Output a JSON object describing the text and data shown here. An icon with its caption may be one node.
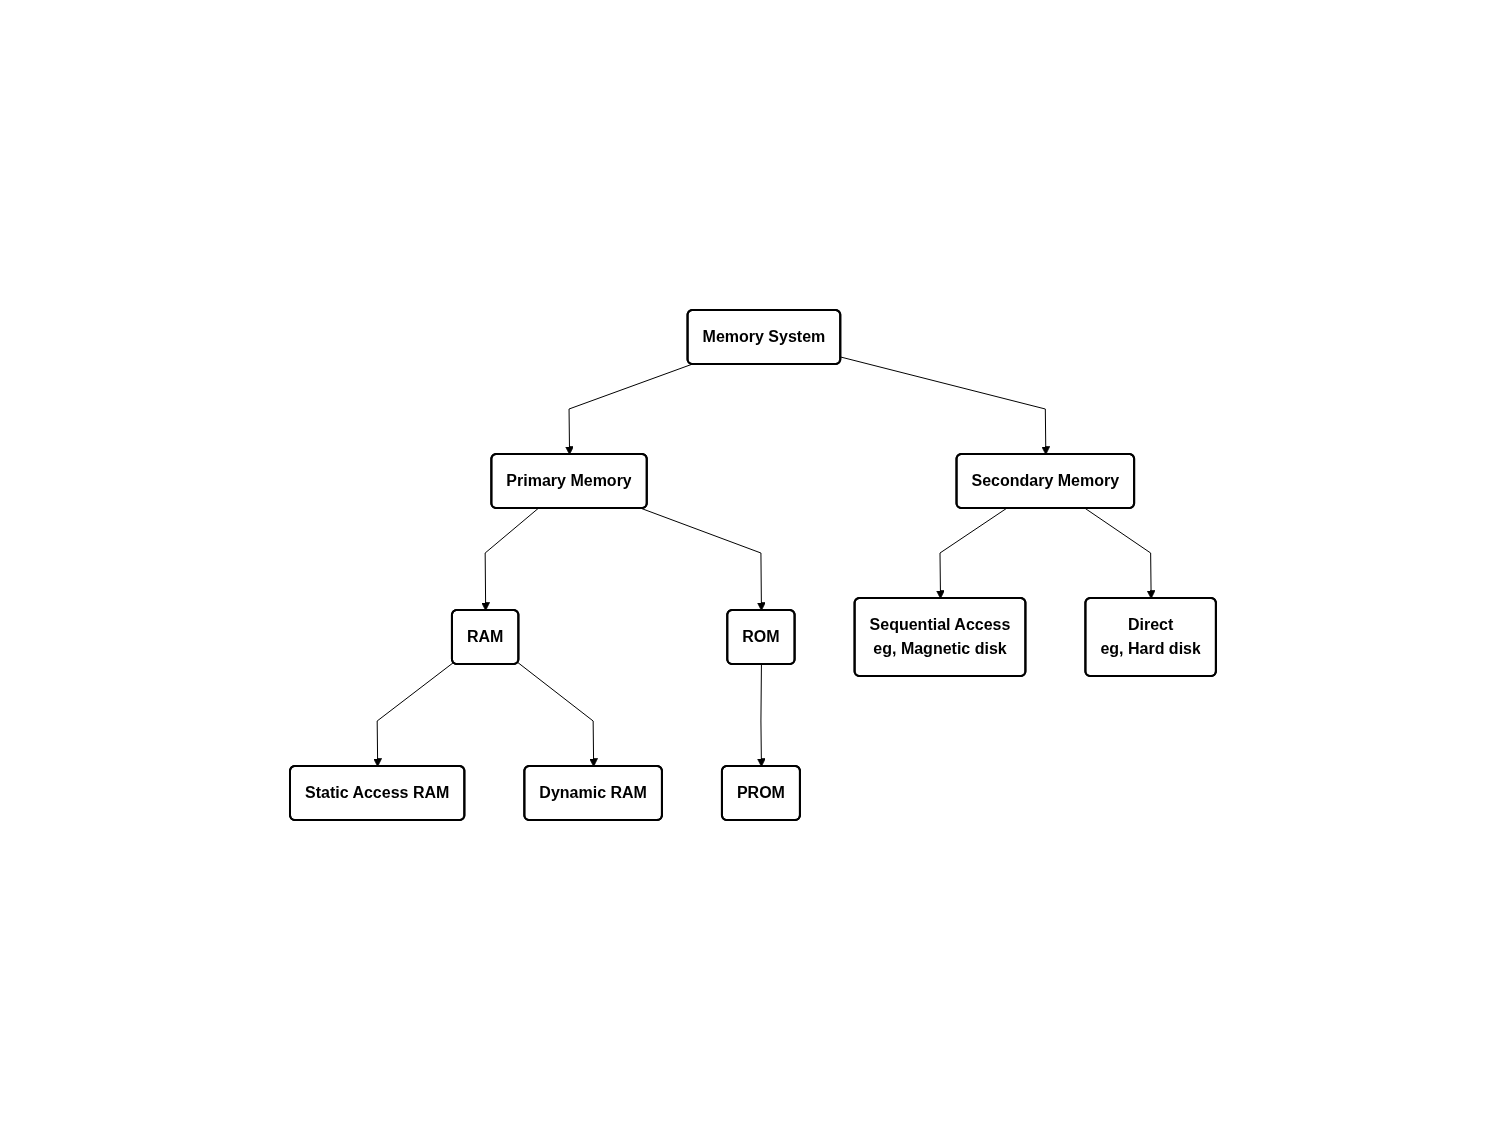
{
  "diagram": {
    "nodes": [
      {
        "text": [
          "Memory System"
        ]
      },
      {
        "text": [
          "Primary Memory"
        ]
      },
      {
        "text": [
          "Secondary Memory"
        ]
      },
      {
        "text": [
          "RAM"
        ]
      },
      {
        "text": [
          "ROM"
        ]
      },
      {
        "text": [
          "Static Access RAM"
        ]
      },
      {
        "text": [
          "Dynamic RAM"
        ]
      },
      {
        "text": [
          "Sequential Access",
          "eg, Magnetic disk"
        ]
      },
      {
        "text": [
          "Direct",
          "eg, Hard disk"
        ]
      },
      {
        "text": [
          "PROM"
        ]
      }
    ],
    "edges": [
      {
        "from": 0,
        "to": 1,
        "arrow": "to"
      },
      {
        "from": 0,
        "to": 2,
        "arrow": "to"
      },
      {
        "from": 1,
        "to": 3,
        "arrow": "to"
      },
      {
        "from": 1,
        "to": 4,
        "arrow": "to"
      },
      {
        "from": 3,
        "to": 5,
        "arrow": "to"
      },
      {
        "from": 3,
        "to": 6,
        "arrow": "to"
      },
      {
        "from": 2,
        "to": 7,
        "arrow": "to"
      },
      {
        "from": 2,
        "to": 8,
        "arrow": "to"
      },
      {
        "from": 4,
        "to": 9,
        "arrow": "to"
      }
    ]
  }
}
